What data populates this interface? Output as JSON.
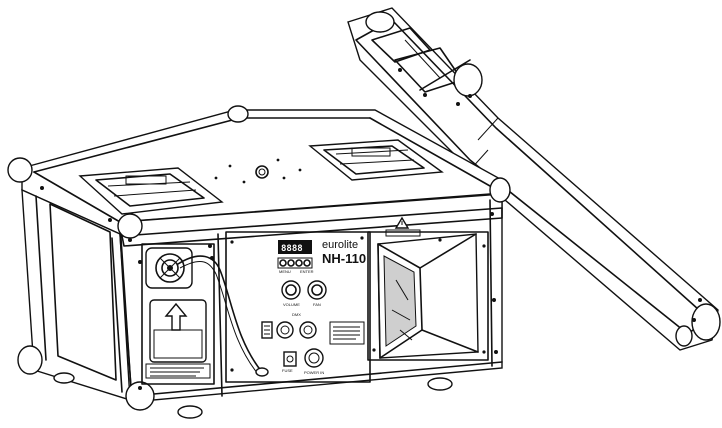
{
  "device": {
    "brand": "eurolite",
    "model": "NH-110",
    "display_reading": "8888",
    "menu_label": "MENU",
    "enter_label": "ENTER",
    "volume_label": "VOLUME",
    "fan_label": "FAN",
    "dmx_label": "DMX",
    "fuse_label": "FUSE",
    "power_label": "POWER IN"
  },
  "icons": {
    "warning": "warning-triangle-icon",
    "arrow": "up-arrow-icon"
  },
  "colors": {
    "ink": "#111111",
    "paper": "#ffffff"
  }
}
